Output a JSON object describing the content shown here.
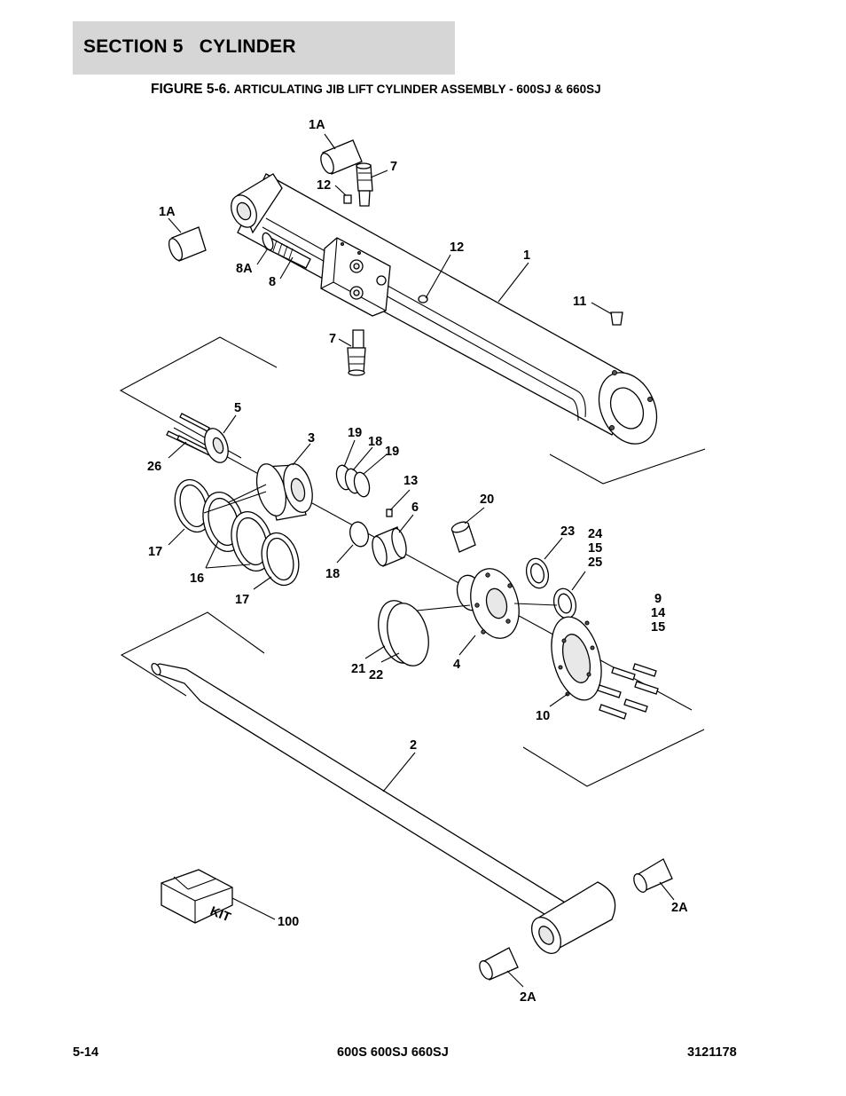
{
  "header": {
    "section_title": "SECTION 5   CYLINDER",
    "figure_number": "FIGURE 5-6.",
    "figure_caption": "ARTICULATING JIB LIFT CYLINDER ASSEMBLY - 600SJ & 660SJ"
  },
  "callouts": {
    "c1A_top": "1A",
    "c7_top": "7",
    "c12_top": "12",
    "c1A_left": "1A",
    "c12_mid": "12",
    "c1": "1",
    "c8A": "8A",
    "c8": "8",
    "c11": "11",
    "c7_bottom": "7",
    "c5": "5",
    "c3": "3",
    "c19a": "19",
    "c18a": "18",
    "c19b": "19",
    "c26": "26",
    "c13": "13",
    "c6": "6",
    "c20": "20",
    "c23": "23",
    "c24": "24",
    "c15a": "15",
    "c25": "25",
    "c17a": "17",
    "c16": "16",
    "c18b": "18",
    "c17b": "17",
    "c9": "9",
    "c14": "14",
    "c15b": "15",
    "c21": "21",
    "c22": "22",
    "c4": "4",
    "c10": "10",
    "c2": "2",
    "c2A_right": "2A",
    "c100": "100",
    "c2A_bottom": "2A",
    "kit_label": "KIT"
  },
  "footer": {
    "page_number": "5-14",
    "models": "600S 600SJ 660SJ",
    "doc_number": "3121178"
  }
}
